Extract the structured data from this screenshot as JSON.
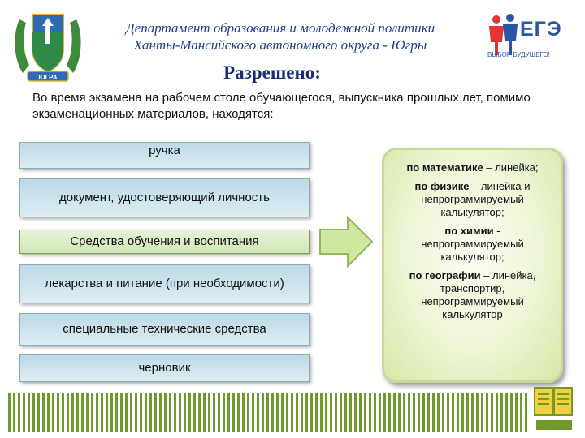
{
  "header": {
    "line1": "Департамент образования и молодежной политики",
    "line2": "Ханты-Мансийского автономного округа - Югры",
    "emblem_text": "ЮГРА"
  },
  "ege": {
    "name": "ЕГЭ",
    "slogan": "ВЫБОР БУДУЩЕГО!"
  },
  "subtitle": "Разрешено:",
  "intro": "Во время экзамена на рабочем столе обучающегося, выпускника прошлых лет, помимо экзаменационных материалов, находятся:",
  "items": [
    {
      "label": "ручка"
    },
    {
      "label": "документ, удостоверяющий личность"
    },
    {
      "label": "Средства обучения и воспитания"
    },
    {
      "label": "лекарства и питание (при необходимости)"
    },
    {
      "label": "специальные технические средства"
    },
    {
      "label": "черновик"
    }
  ],
  "subjects": [
    {
      "subject": "по математике",
      "detail": " – линейка;"
    },
    {
      "subject": "по физике",
      "detail": " – линейка и непрограммируемый калькулятор;"
    },
    {
      "subject": "по химии",
      "detail": " - непрограммируемый калькулятор;"
    },
    {
      "subject": "по географии",
      "detail": " – линейка, транспортир, непрограммируемый калькулятор"
    }
  ],
  "colors": {
    "title_blue": "#1c3f87",
    "item_fill": "#c9e2ee",
    "highlight_fill": "#dcedc5",
    "arrow_fill": "#cfe8a0",
    "footer_green": "#6f9a2c"
  }
}
